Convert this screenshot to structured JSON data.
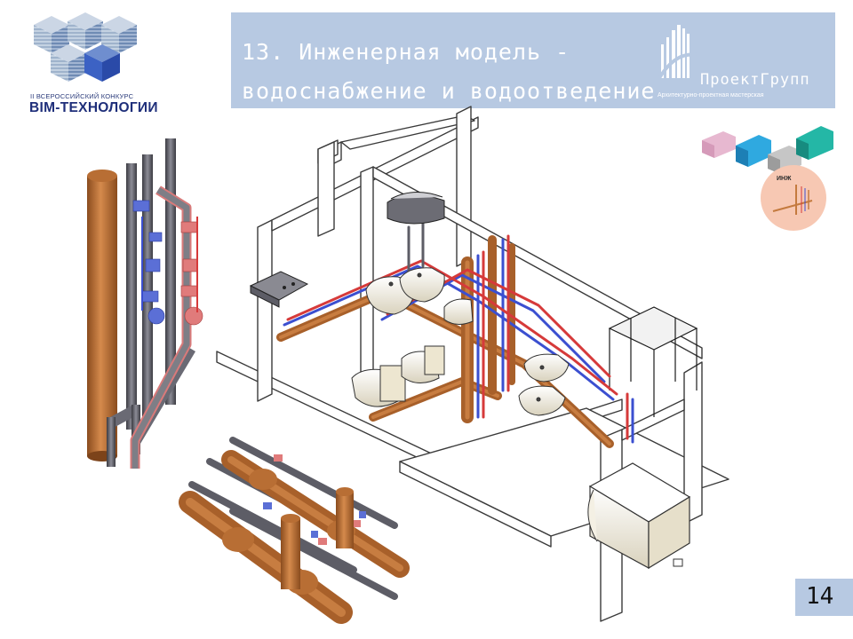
{
  "contest": {
    "line1": "II ВСЕРОССИЙСКИЙ КОНКУРС",
    "line2": "BIM-ТЕХНОЛОГИИ"
  },
  "title": {
    "line1": "13. Инженерная модель -",
    "line2": "водоснабжение и водоотведение"
  },
  "company": {
    "name": "ПроектГрупп",
    "subtitle": "Архитектурно-проектная мастерская"
  },
  "stage": {
    "label": "ИНЖ"
  },
  "page": {
    "number": "14"
  },
  "colors": {
    "banner": "#b7c9e2",
    "sewer_pipe": "#c47a3e",
    "cold_water": "#3b4fd0",
    "hot_water": "#d63a3a",
    "steel_pipe": "#5d5d66",
    "walls": "#ffffff",
    "wall_outline": "#3a3a3a"
  }
}
